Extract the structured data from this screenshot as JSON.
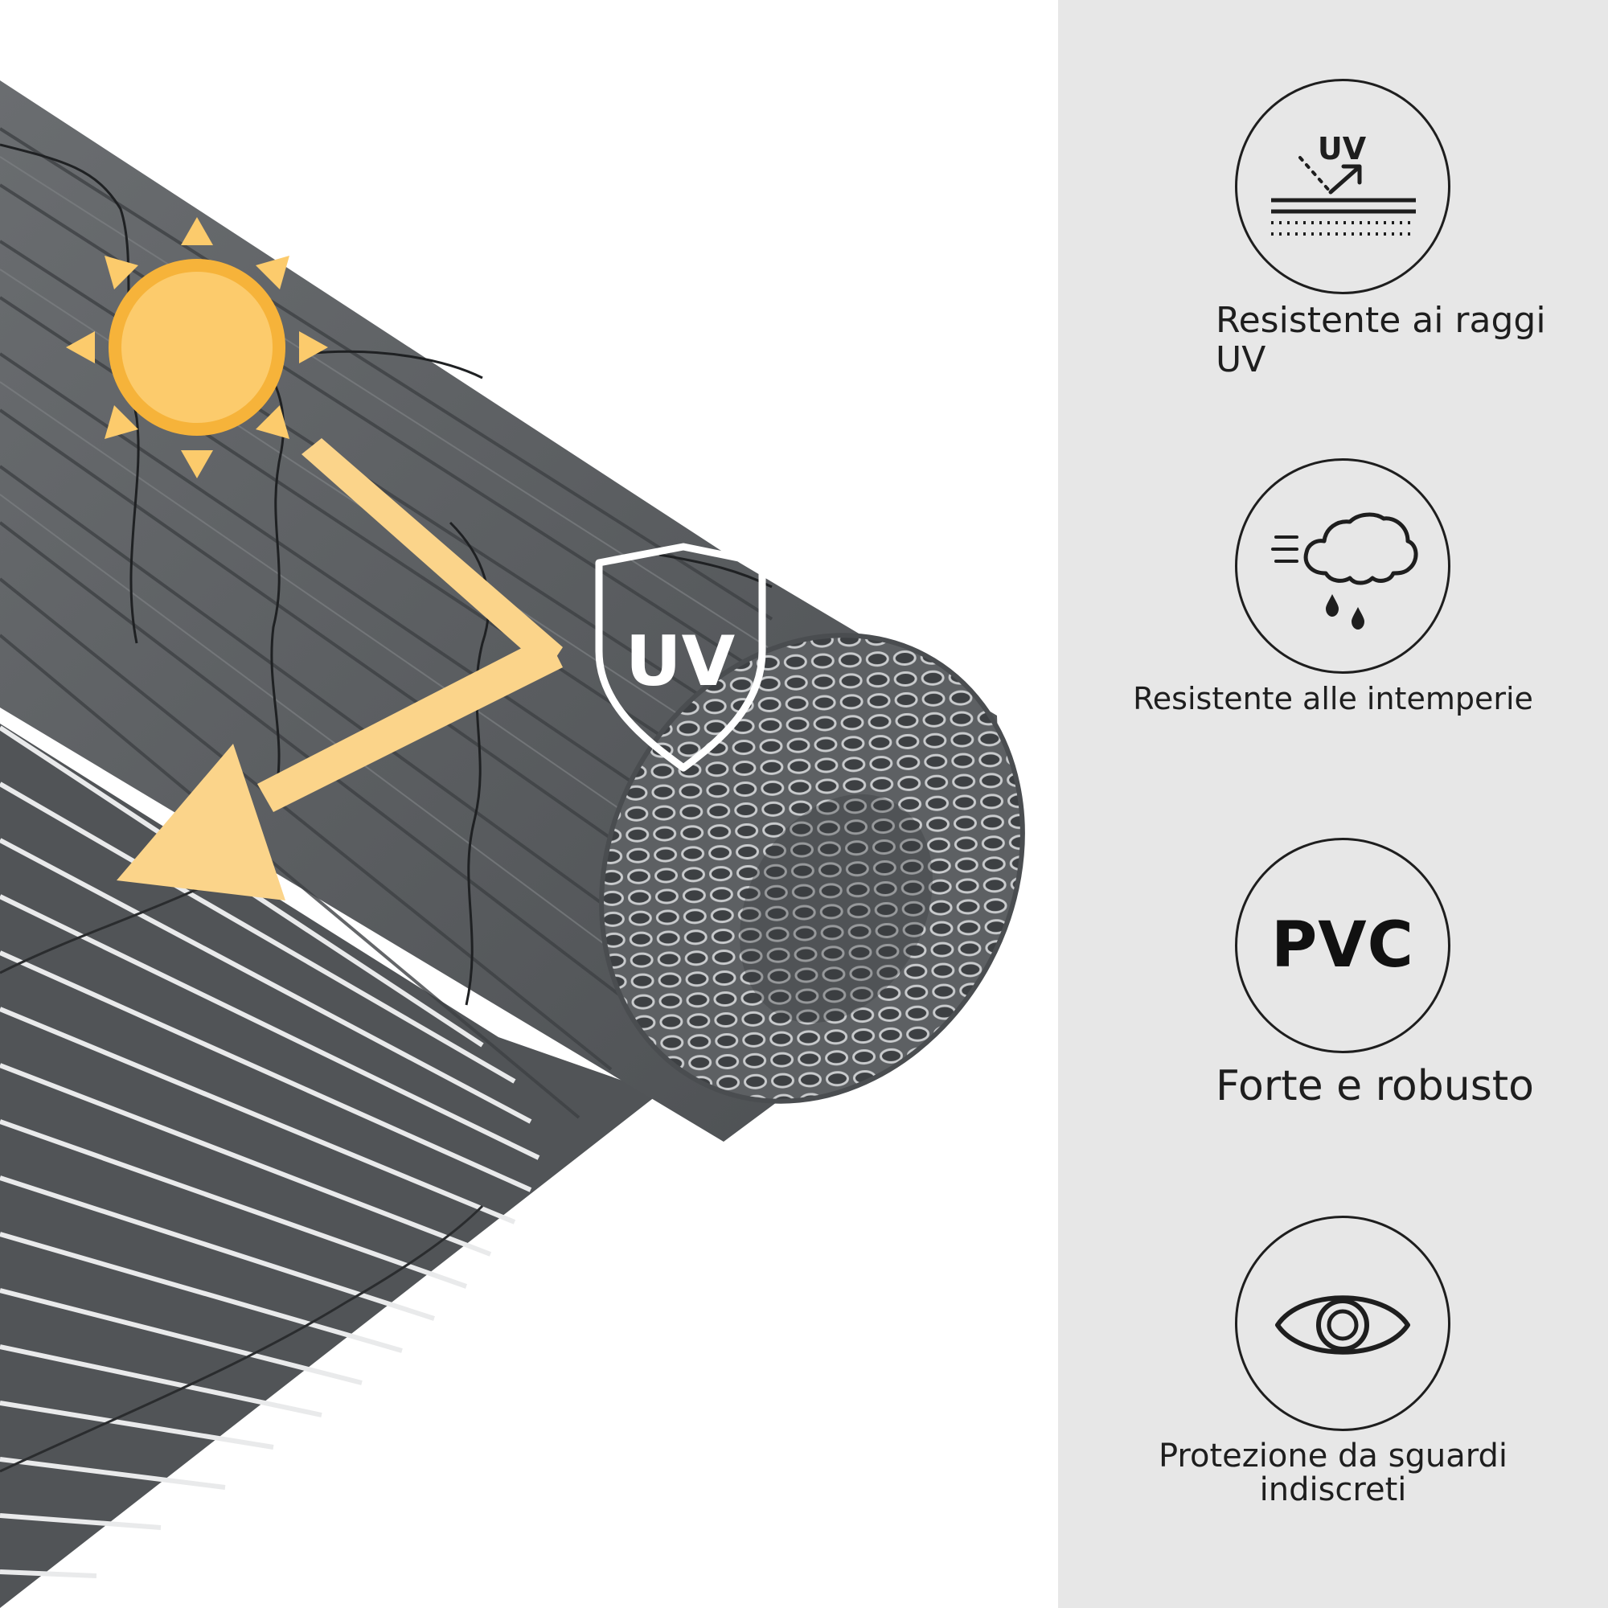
{
  "badge": {
    "text": "UV"
  },
  "features": [
    {
      "icon": "uv-reflect-icon",
      "label": "Resistente ai raggi UV",
      "icon_text": "UV"
    },
    {
      "icon": "weather-cloud-icon",
      "label": "Resistente alle intemperie"
    },
    {
      "icon": "pvc-icon",
      "label": "Forte e robusto",
      "icon_text": "PVC"
    },
    {
      "icon": "eye-icon",
      "label": "Protezione da sguardi indiscreti"
    }
  ],
  "colors": {
    "panel_background": "#e7e7e7",
    "product_grey": "#575a5d",
    "sun_fill": "#fccb6c",
    "sun_ring": "#f6b33a",
    "arrow": "#fbd48a",
    "icon_stroke": "#1e1e1e"
  }
}
